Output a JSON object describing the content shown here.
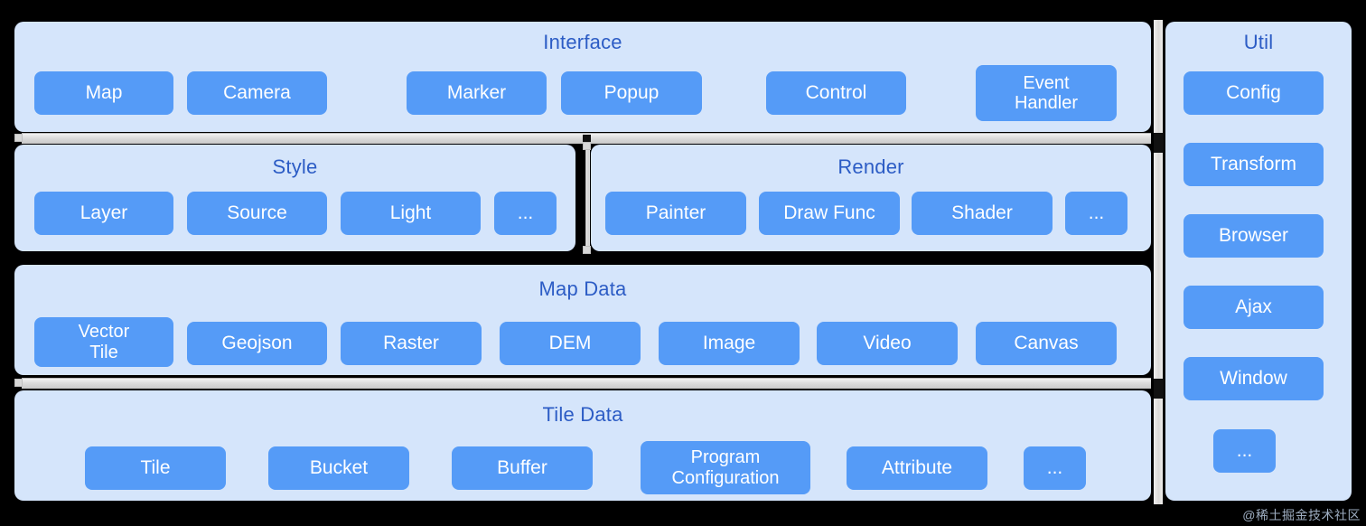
{
  "diagram": {
    "title_color": "#2C5CC5",
    "chip_color": "#559BF7",
    "panel_color": "#D5E5FB",
    "watermark": "@稀土掘金技术社区"
  },
  "interface": {
    "title": "Interface",
    "nodes": [
      {
        "label": "Map"
      },
      {
        "label": "Camera"
      },
      {
        "label": "Marker"
      },
      {
        "label": "Popup"
      },
      {
        "label": "Control"
      },
      {
        "label": "Event\nHandler"
      }
    ]
  },
  "style": {
    "title": "Style",
    "nodes": [
      {
        "label": "Layer"
      },
      {
        "label": "Source"
      },
      {
        "label": "Light"
      },
      {
        "label": "..."
      }
    ]
  },
  "render": {
    "title": "Render",
    "nodes": [
      {
        "label": "Painter"
      },
      {
        "label": "Draw Func"
      },
      {
        "label": "Shader"
      },
      {
        "label": "..."
      }
    ]
  },
  "map_data": {
    "title": "Map Data",
    "nodes": [
      {
        "label": "Vector\nTile"
      },
      {
        "label": "Geojson"
      },
      {
        "label": "Raster"
      },
      {
        "label": "DEM"
      },
      {
        "label": "Image"
      },
      {
        "label": "Video"
      },
      {
        "label": "Canvas"
      }
    ]
  },
  "tile_data": {
    "title": "Tile Data",
    "nodes": [
      {
        "label": "Tile"
      },
      {
        "label": "Bucket"
      },
      {
        "label": "Buffer"
      },
      {
        "label": "Program\nConfiguration"
      },
      {
        "label": "Attribute"
      },
      {
        "label": "..."
      }
    ]
  },
  "util": {
    "title": "Util",
    "nodes": [
      {
        "label": "Config"
      },
      {
        "label": "Transform"
      },
      {
        "label": "Browser"
      },
      {
        "label": "Ajax"
      },
      {
        "label": "Window"
      },
      {
        "label": "..."
      }
    ]
  }
}
